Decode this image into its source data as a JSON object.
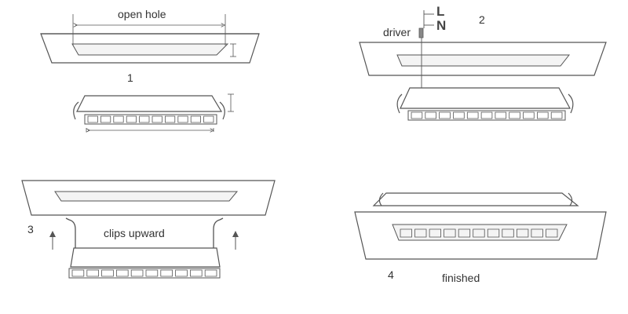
{
  "labels": {
    "open_hole": "open hole",
    "driver": "driver",
    "wire_live": "L",
    "wire_neutral": "N",
    "clips_upward": "clips upward",
    "finished": "finished"
  },
  "steps": [
    "1",
    "2",
    "3",
    "4"
  ],
  "colors": {
    "line": "#555555",
    "panel_fill": "#ffffff",
    "hole_fill": "#f2f2f2",
    "text": "#333333"
  }
}
